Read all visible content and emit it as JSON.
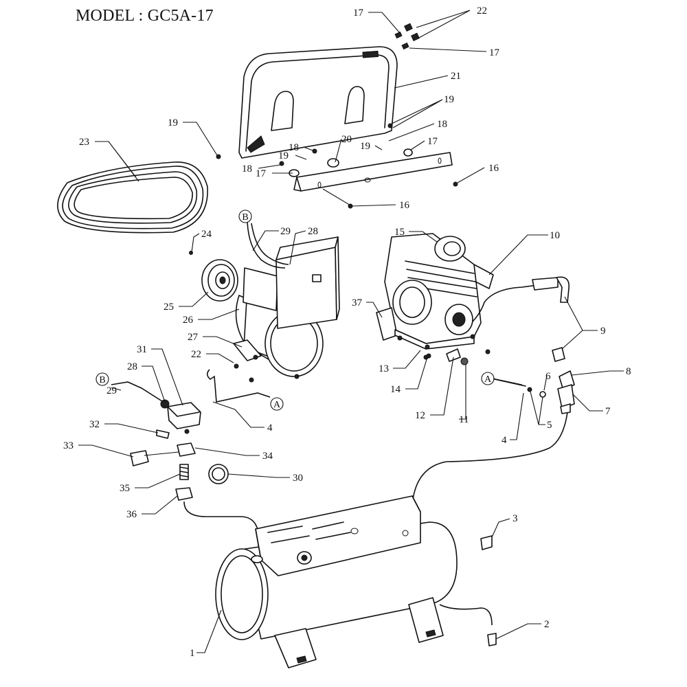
{
  "title": "MODEL : GC5A-17",
  "callouts": [
    {
      "id": "c17a",
      "text": "17"
    },
    {
      "id": "c22a",
      "text": "22"
    },
    {
      "id": "c17b",
      "text": "17"
    },
    {
      "id": "c21",
      "text": "21"
    },
    {
      "id": "c19a",
      "text": "19"
    },
    {
      "id": "c19b",
      "text": "19"
    },
    {
      "id": "c18a",
      "text": "18"
    },
    {
      "id": "c23",
      "text": "23"
    },
    {
      "id": "c20",
      "text": "20"
    },
    {
      "id": "c18b",
      "text": "18"
    },
    {
      "id": "c19c",
      "text": "19"
    },
    {
      "id": "c19d",
      "text": "19"
    },
    {
      "id": "c17c",
      "text": "17"
    },
    {
      "id": "c18c",
      "text": "18"
    },
    {
      "id": "c16a",
      "text": "16"
    },
    {
      "id": "c17d",
      "text": "17"
    },
    {
      "id": "c16b",
      "text": "16"
    },
    {
      "id": "c29a",
      "text": "29"
    },
    {
      "id": "c28a",
      "text": "28"
    },
    {
      "id": "c15",
      "text": "15"
    },
    {
      "id": "c10",
      "text": "10"
    },
    {
      "id": "c24",
      "text": "24"
    },
    {
      "id": "c25",
      "text": "25"
    },
    {
      "id": "c26",
      "text": "26"
    },
    {
      "id": "c37",
      "text": "37"
    },
    {
      "id": "c9",
      "text": "9"
    },
    {
      "id": "c27",
      "text": "27"
    },
    {
      "id": "c22b",
      "text": "22"
    },
    {
      "id": "c13",
      "text": "13"
    },
    {
      "id": "c31",
      "text": "31"
    },
    {
      "id": "c28b",
      "text": "28"
    },
    {
      "id": "c8",
      "text": "8"
    },
    {
      "id": "c6",
      "text": "6"
    },
    {
      "id": "c14",
      "text": "14"
    },
    {
      "id": "c29b",
      "text": "29"
    },
    {
      "id": "c7",
      "text": "7"
    },
    {
      "id": "c5",
      "text": "5"
    },
    {
      "id": "c12",
      "text": "12"
    },
    {
      "id": "c11",
      "text": "11"
    },
    {
      "id": "c32",
      "text": "32"
    },
    {
      "id": "c4a",
      "text": "4"
    },
    {
      "id": "c4b",
      "text": "4"
    },
    {
      "id": "c33",
      "text": "33"
    },
    {
      "id": "c34",
      "text": "34"
    },
    {
      "id": "c30",
      "text": "30"
    },
    {
      "id": "c35",
      "text": "35"
    },
    {
      "id": "c36",
      "text": "36"
    },
    {
      "id": "c3",
      "text": "3"
    },
    {
      "id": "c2",
      "text": "2"
    },
    {
      "id": "c1",
      "text": "1"
    }
  ],
  "connectors": [
    {
      "id": "B1",
      "text": "B"
    },
    {
      "id": "B2",
      "text": "B"
    },
    {
      "id": "A1",
      "text": "A"
    },
    {
      "id": "A2",
      "text": "A"
    }
  ]
}
